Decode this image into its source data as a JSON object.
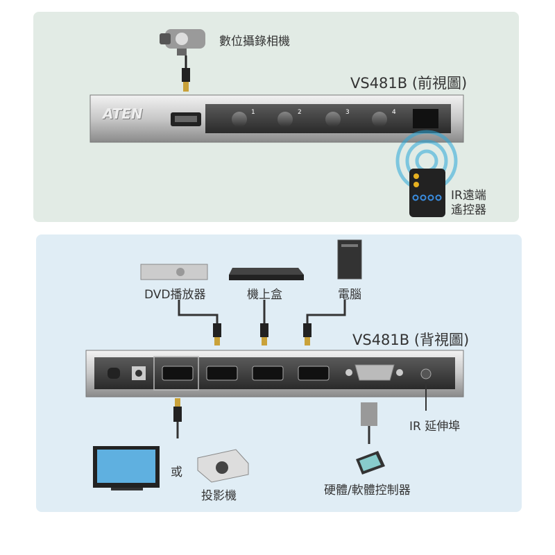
{
  "front": {
    "camera_label": "數位攝錄相機",
    "title": "VS481B (前視圖)",
    "brand": "ATEN",
    "buttons": [
      "1",
      "2",
      "3",
      "4"
    ],
    "remote_label_line1": "IR遠端",
    "remote_label_line2": "遙控器"
  },
  "rear": {
    "title": "VS481B (背視圖)",
    "sources": [
      "DVD播放器",
      "機上盒",
      "電腦"
    ],
    "ir_label": "IR 延伸埠",
    "or_label": "或",
    "projector_label": "投影機",
    "controller_label": "硬體/軟體控制器"
  },
  "colors": {
    "top_bg": "#e2ebe5",
    "bottom_bg": "#e0edf5",
    "ir_wave": "#2aa8d8"
  }
}
